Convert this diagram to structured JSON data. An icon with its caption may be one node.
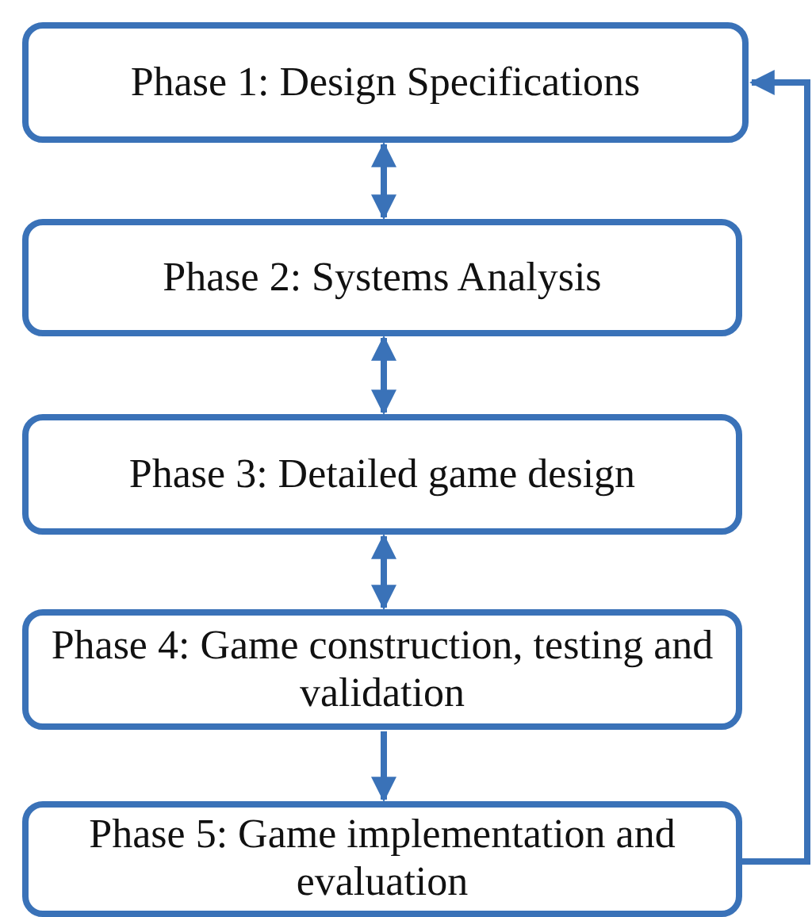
{
  "diagram": {
    "nodes": [
      {
        "text": [
          "Phase 1: Design Specifications"
        ]
      },
      {
        "text": [
          "Phase 2: Systems Analysis"
        ]
      },
      {
        "text": [
          "Phase 3: Detailed game design"
        ]
      },
      {
        "text": [
          "Phase 4: Game construction, testing and validation"
        ]
      },
      {
        "text": [
          "Phase 5: Game implementation and evaluation"
        ]
      }
    ],
    "edges": [
      {
        "from": 0,
        "to": 1,
        "arrow": "both"
      },
      {
        "from": 1,
        "to": 2,
        "arrow": "both"
      },
      {
        "from": 2,
        "to": 3,
        "arrow": "both"
      },
      {
        "from": 3,
        "to": 4,
        "arrow": "to"
      },
      {
        "from": 4,
        "to": 0,
        "arrow": "to"
      }
    ]
  }
}
